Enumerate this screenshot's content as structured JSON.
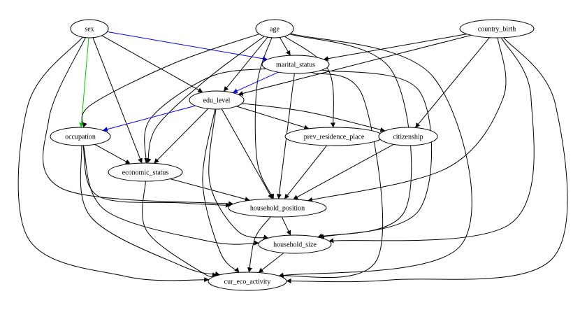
{
  "colors": {
    "default_edge": "#000000",
    "blue_edge": "#0000ff",
    "green_edge": "#00cc00"
  },
  "nodes": [
    {
      "id": "sex",
      "label": "sex"
    },
    {
      "id": "age",
      "label": "age"
    },
    {
      "id": "country_birth",
      "label": "country_birth"
    },
    {
      "id": "marital_status",
      "label": "marital_status"
    },
    {
      "id": "edu_level",
      "label": "edu_level"
    },
    {
      "id": "occupation",
      "label": "occupation"
    },
    {
      "id": "prev_residence_place",
      "label": "prev_residence_place"
    },
    {
      "id": "citizenship",
      "label": "citizenship"
    },
    {
      "id": "economic_status",
      "label": "economic_status"
    },
    {
      "id": "household_position",
      "label": "household_position"
    },
    {
      "id": "household_size",
      "label": "household_size"
    },
    {
      "id": "cur_eco_activity",
      "label": "cur_eco_activity"
    }
  ],
  "edges": [
    {
      "from": "sex",
      "to": "marital_status",
      "color": "blue"
    },
    {
      "from": "sex",
      "to": "occupation",
      "color": "green"
    },
    {
      "from": "sex",
      "to": "edu_level",
      "color": "black"
    },
    {
      "from": "sex",
      "to": "economic_status",
      "color": "black"
    },
    {
      "from": "sex",
      "to": "household_position",
      "color": "black"
    },
    {
      "from": "sex",
      "to": "cur_eco_activity",
      "color": "black"
    },
    {
      "from": "age",
      "to": "marital_status",
      "color": "black"
    },
    {
      "from": "age",
      "to": "edu_level",
      "color": "black"
    },
    {
      "from": "age",
      "to": "occupation",
      "color": "black"
    },
    {
      "from": "age",
      "to": "economic_status",
      "color": "black"
    },
    {
      "from": "age",
      "to": "prev_residence_place",
      "color": "black"
    },
    {
      "from": "age",
      "to": "household_position",
      "color": "black"
    },
    {
      "from": "age",
      "to": "household_size",
      "color": "black"
    },
    {
      "from": "age",
      "to": "cur_eco_activity",
      "color": "black"
    },
    {
      "from": "country_birth",
      "to": "marital_status",
      "color": "black"
    },
    {
      "from": "country_birth",
      "to": "edu_level",
      "color": "black"
    },
    {
      "from": "country_birth",
      "to": "citizenship",
      "color": "black"
    },
    {
      "from": "country_birth",
      "to": "household_position",
      "color": "black"
    },
    {
      "from": "country_birth",
      "to": "household_size",
      "color": "black"
    },
    {
      "from": "country_birth",
      "to": "cur_eco_activity",
      "color": "black"
    },
    {
      "from": "marital_status",
      "to": "edu_level",
      "color": "blue"
    },
    {
      "from": "marital_status",
      "to": "economic_status",
      "color": "black"
    },
    {
      "from": "marital_status",
      "to": "household_position",
      "color": "black"
    },
    {
      "from": "marital_status",
      "to": "household_size",
      "color": "black"
    },
    {
      "from": "marital_status",
      "to": "cur_eco_activity",
      "color": "black"
    },
    {
      "from": "edu_level",
      "to": "occupation",
      "color": "blue"
    },
    {
      "from": "edu_level",
      "to": "economic_status",
      "color": "black"
    },
    {
      "from": "edu_level",
      "to": "prev_residence_place",
      "color": "black"
    },
    {
      "from": "edu_level",
      "to": "citizenship",
      "color": "black"
    },
    {
      "from": "edu_level",
      "to": "household_position",
      "color": "black"
    },
    {
      "from": "edu_level",
      "to": "household_size",
      "color": "black"
    },
    {
      "from": "edu_level",
      "to": "cur_eco_activity",
      "color": "black"
    },
    {
      "from": "occupation",
      "to": "economic_status",
      "color": "black"
    },
    {
      "from": "occupation",
      "to": "household_position",
      "color": "black"
    },
    {
      "from": "occupation",
      "to": "household_size",
      "color": "black"
    },
    {
      "from": "occupation",
      "to": "cur_eco_activity",
      "color": "black"
    },
    {
      "from": "economic_status",
      "to": "household_position",
      "color": "black"
    },
    {
      "from": "economic_status",
      "to": "cur_eco_activity",
      "color": "black"
    },
    {
      "from": "prev_residence_place",
      "to": "household_position",
      "color": "black"
    },
    {
      "from": "citizenship",
      "to": "household_position",
      "color": "black"
    },
    {
      "from": "household_position",
      "to": "household_size",
      "color": "black"
    },
    {
      "from": "household_position",
      "to": "cur_eco_activity",
      "color": "black"
    },
    {
      "from": "household_size",
      "to": "cur_eco_activity",
      "color": "black"
    }
  ]
}
